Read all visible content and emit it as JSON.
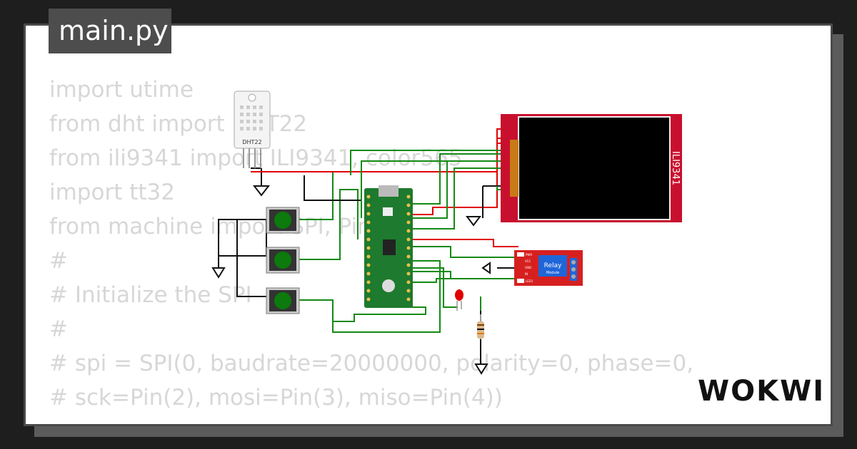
{
  "file_tab": {
    "label": "main.py"
  },
  "code_lines": [
    "import utime",
    "from dht import DHT22",
    "from ili9341 import ILI9341, color565",
    "import tt32",
    "from machine import SPI, Pin",
    "#",
    "# Initialize the SPI",
    "#",
    "# spi = SPI(0, baudrate=20000000, polarity=0, phase=0,",
    "# sck=Pin(2), mosi=Pin(3), miso=Pin(4))"
  ],
  "components": {
    "dht_label": "DHT22",
    "display_label": "ILI9341",
    "relay_label": "Relay",
    "relay_sub": "Module",
    "relay_pins": [
      "VCC",
      "GND",
      "IN"
    ],
    "relay_leds": [
      "PWR",
      "LED1"
    ]
  },
  "brand": {
    "logo": "WOKWI"
  },
  "colors": {
    "wire_green": "#148a14",
    "wire_red": "#e00000",
    "wire_black": "#111111",
    "pcb_green": "#1e7a2e",
    "display_red": "#c8102e",
    "relay_red": "#d62020",
    "button_green": "#0c7a0c"
  }
}
